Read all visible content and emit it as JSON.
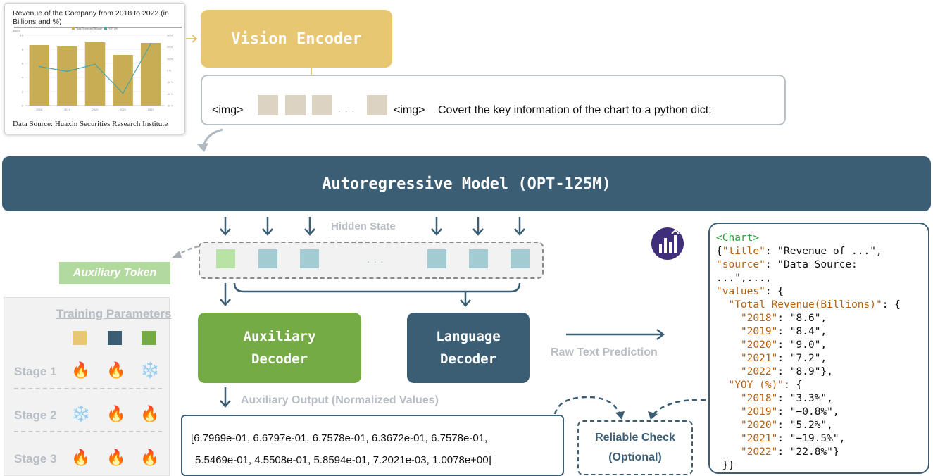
{
  "chart_thumbnail": {
    "title": "Revenue of the Company from 2018 to 2022 (in Billions and %)",
    "source": "Data Source: Huaxin Securities Research Institute",
    "legend": [
      "Total Revenue (Billions)",
      "YOY (%)"
    ],
    "bar_color": "#c8ad55",
    "line_color": "#4aa3a0",
    "chart_data": {
      "type": "bar",
      "title": "Revenue of the Company from 2018 to 2022 (in Billions and %)",
      "categories": [
        "2018",
        "2019",
        "2020",
        "2021",
        "2022"
      ],
      "series": [
        {
          "name": "Total Revenue (Billions)",
          "values": [
            8.6,
            8.4,
            9.0,
            7.2,
            8.9
          ]
        },
        {
          "name": "YOY (%)",
          "values": [
            3.3,
            -0.8,
            5.2,
            -19.5,
            22.8
          ]
        }
      ],
      "ylim": [
        0,
        10
      ],
      "y2lim": [
        -30,
        30
      ],
      "ylabel": "Billions",
      "ticks_left": [
        "10",
        "8",
        "6",
        "4",
        "2",
        "0"
      ],
      "ticks_right": [
        "30 %",
        "20 %",
        "10 %",
        "0 %",
        "-10 %",
        "-20 %",
        "-30 %"
      ]
    }
  },
  "vision_encoder": {
    "label": "Vision Encoder",
    "color": "#e8c773"
  },
  "prompt": {
    "open_tag": "<img>",
    "ellipsis": ". . .",
    "close_tag": "<img>",
    "instruction": "Covert the key information of the chart to a python dict:"
  },
  "model": {
    "label": "Autoregressive Model (OPT-125M)",
    "color": "#3b5e75"
  },
  "hidden_state": {
    "label": "Hidden State",
    "ellipsis": ". . ."
  },
  "auxiliary_token": {
    "label": "Auxiliary Token"
  },
  "training": {
    "title": "Training Parameters",
    "param_colors": [
      "#e8c773",
      "#3b5e75",
      "#74ab45"
    ],
    "stages": [
      {
        "label": "Stage 1",
        "states": [
          "fire",
          "fire",
          "snowflake"
        ]
      },
      {
        "label": "Stage 2",
        "states": [
          "snowflake",
          "fire",
          "fire"
        ]
      },
      {
        "label": "Stage 3",
        "states": [
          "fire",
          "fire",
          "fire"
        ]
      }
    ]
  },
  "auxiliary_decoder": {
    "line1": "Auxiliary",
    "line2": "Decoder",
    "color": "#74ab45"
  },
  "language_decoder": {
    "line1": "Language",
    "line2": "Decoder",
    "color": "#3b5e75"
  },
  "raw_text": {
    "label": "Raw Text Prediction"
  },
  "auxiliary_output": {
    "label": "Auxiliary Output (Normalized Values)",
    "line1": "[6.7969e-01, 6.6797e-01, 6.7578e-01, 6.3672e-01, 6.7578e-01,",
    "line2": "5.5469e-01, 4.5508e-01, 5.8594e-01, 7.2021e-03, 1.0078e+00]"
  },
  "reliable_check": {
    "line1": "Reliable Check",
    "line2": "(Optional)"
  },
  "output_code": {
    "tag": "<Chart>",
    "title_key": "\"title\"",
    "title_val": ": \"Revenue of ...\",",
    "source_key": "\"source\"",
    "source_val": ": \"Data Source:",
    "source_cont": "...\",...,",
    "values_key": "\"values\"",
    "values_val": ": {",
    "rev_key": "\"Total Revenue(Billions)\"",
    "rev_val": ": {",
    "rev_rows": [
      {
        "k": "\"2018\"",
        "v": ": \"8.6\","
      },
      {
        "k": "\"2019\"",
        "v": ": \"8.4\","
      },
      {
        "k": "\"2020\"",
        "v": ": \"9.0\","
      },
      {
        "k": "\"2021\"",
        "v": ": \"7.2\","
      },
      {
        "k": "\"2022\"",
        "v": ": \"8.9\"},"
      }
    ],
    "yoy_key": "\"YOY (%)\"",
    "yoy_val": ": {",
    "yoy_rows": [
      {
        "k": "\"2018\"",
        "v": ": \"3.3%\","
      },
      {
        "k": "\"2019\"",
        "v": ": \"−0.8%\","
      },
      {
        "k": "\"2020\"",
        "v": ": \"5.2%\","
      },
      {
        "k": "\"2021\"",
        "v": ": \"−19.5%\","
      },
      {
        "k": "\"2022\"",
        "v": ": \"22.8%\"}"
      }
    ],
    "close": "}}"
  }
}
